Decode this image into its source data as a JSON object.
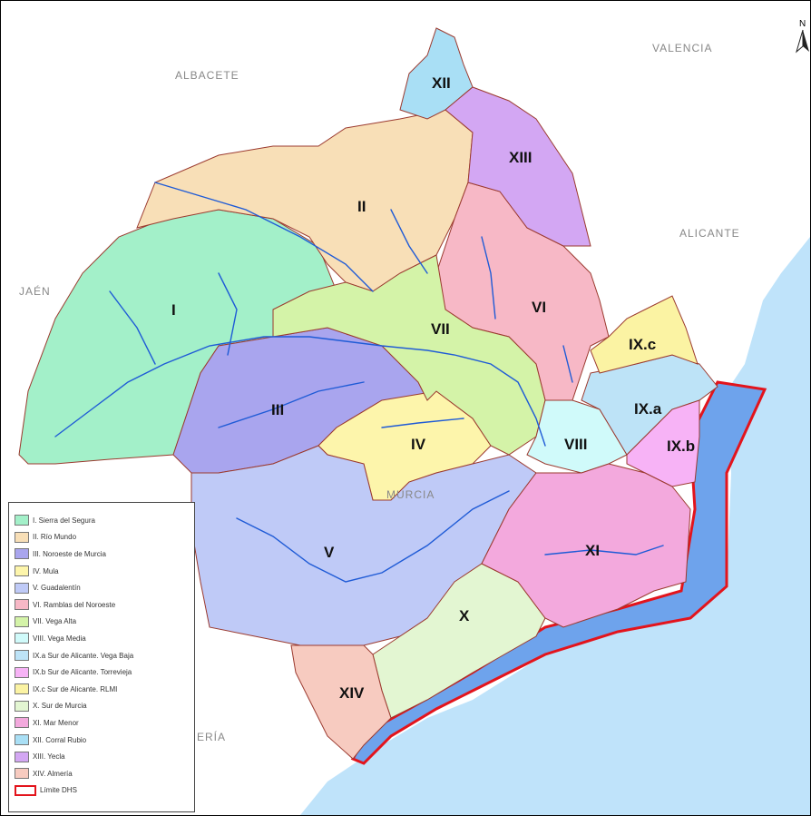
{
  "provinces": {
    "albacete": "ALBACETE",
    "valencia": "VALENCIA",
    "alicante": "ALICANTE",
    "jaen": "JAÉN",
    "murcia": "MURCIA",
    "almeria": "ERÍA"
  },
  "zones": [
    {
      "label": "I",
      "color": "#a3f0c9"
    },
    {
      "label": "II",
      "color": "#f8dfb7"
    },
    {
      "label": "III",
      "color": "#a9a5ee"
    },
    {
      "label": "IV",
      "color": "#fdf5ab"
    },
    {
      "label": "V",
      "color": "#bfcaf7"
    },
    {
      "label": "VI",
      "color": "#f7b8c6"
    },
    {
      "label": "VII",
      "color": "#d4f3a8"
    },
    {
      "label": "VIII",
      "color": "#d0fafa"
    },
    {
      "label": "IX.a",
      "color": "#bde3f7"
    },
    {
      "label": "IX.b",
      "color": "#f7b3f6"
    },
    {
      "label": "IX.c",
      "color": "#fbf3a3"
    },
    {
      "label": "X",
      "color": "#e3f6d2"
    },
    {
      "label": "XI",
      "color": "#f3a9dd"
    },
    {
      "label": "XII",
      "color": "#a9dff5"
    },
    {
      "label": "XIII",
      "color": "#d3a7f3"
    },
    {
      "label": "XIV",
      "color": "#f7cbc0"
    }
  ],
  "legend": {
    "items": [
      {
        "text": "I. Sierra del Segura",
        "color": "#a3f0c9"
      },
      {
        "text": "II. Río Mundo",
        "color": "#f8dfb7"
      },
      {
        "text": "III. Noroeste de Murcia",
        "color": "#a9a5ee"
      },
      {
        "text": "IV. Mula",
        "color": "#fdf5ab"
      },
      {
        "text": "V. Guadalentín",
        "color": "#bfcaf7"
      },
      {
        "text": "VI. Ramblas del Noroeste",
        "color": "#f7b8c6"
      },
      {
        "text": "VII. Vega Alta",
        "color": "#d4f3a8"
      },
      {
        "text": "VIII. Vega Media",
        "color": "#d0fafa"
      },
      {
        "text": "IX.a Sur de Alicante. Vega Baja",
        "color": "#bde3f7"
      },
      {
        "text": "IX.b Sur de Alicante. Torrevieja",
        "color": "#f7b3f6"
      },
      {
        "text": "IX.c Sur de Alicante. RLMI",
        "color": "#fbf3a3"
      },
      {
        "text": "X. Sur de Murcia",
        "color": "#e3f6d2"
      },
      {
        "text": "XI. Mar Menor",
        "color": "#f3a9dd"
      },
      {
        "text": "XII. Corral Rubio",
        "color": "#a9dff5"
      },
      {
        "text": "XIII. Yecla",
        "color": "#d3a7f3"
      },
      {
        "text": "XIV. Almería",
        "color": "#f7cbc0"
      }
    ],
    "limit_label": "Límite DHS"
  },
  "north_arrow": {
    "label": "N",
    "icon": "north-arrow-icon"
  },
  "colors": {
    "sea": "#bfe3fa",
    "coast_zone": "#6ea3ec",
    "dhs_boundary": "#e3141c",
    "basin_border": "#9b3a2f",
    "river": "#1f5bd6"
  }
}
